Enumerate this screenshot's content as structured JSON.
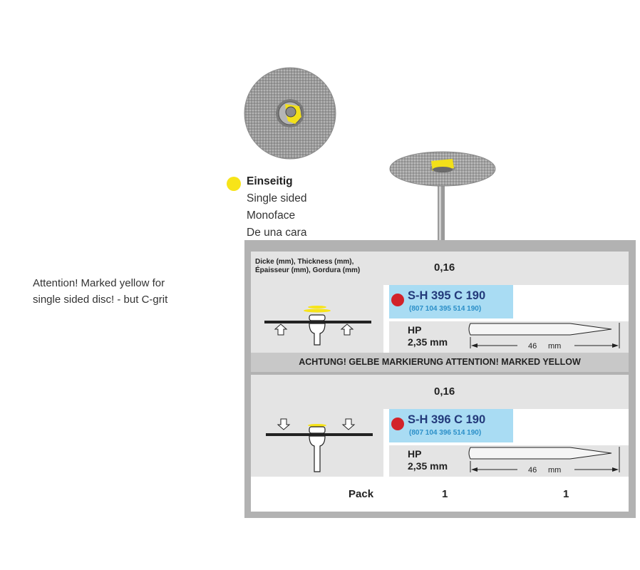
{
  "note": {
    "line1": "Attention! Marked yellow for",
    "line2": "single sided disc! - but C-grit"
  },
  "legend": {
    "marker_color": "#f7e419",
    "de": "Einseitig",
    "en": "Single sided",
    "fr": "Monoface",
    "es": "De una cara"
  },
  "thickness": {
    "label_line1": "Dicke (mm), Thickness (mm),",
    "label_line2": "Épaisseur (mm), Gordura (mm)"
  },
  "products": [
    {
      "thickness": "0,16",
      "code": "S-H 395 C 190",
      "ref": "(807 104 395 514 190)",
      "shank_type": "HP",
      "shank_diameter": "2,35 mm",
      "length_value": "46",
      "length_unit": "mm"
    },
    {
      "thickness": "0,16",
      "code": "S-H 396 C 190",
      "ref": "(807 104 396 514 190)",
      "shank_type": "HP",
      "shank_diameter": "2,35 mm",
      "length_value": "46",
      "length_unit": "mm"
    }
  ],
  "warning": "ACHTUNG! GELBE MARKIERUNG  ATTENTION! MARKED YELLOW",
  "pack": {
    "label": "Pack",
    "value1": "1",
    "value2": "1"
  },
  "colors": {
    "marker_yellow": "#f7e419",
    "code_bg": "#a9dcf3",
    "code_text": "#233a7a",
    "ref_text": "#2b8fc8",
    "status_red": "#d2232a"
  }
}
